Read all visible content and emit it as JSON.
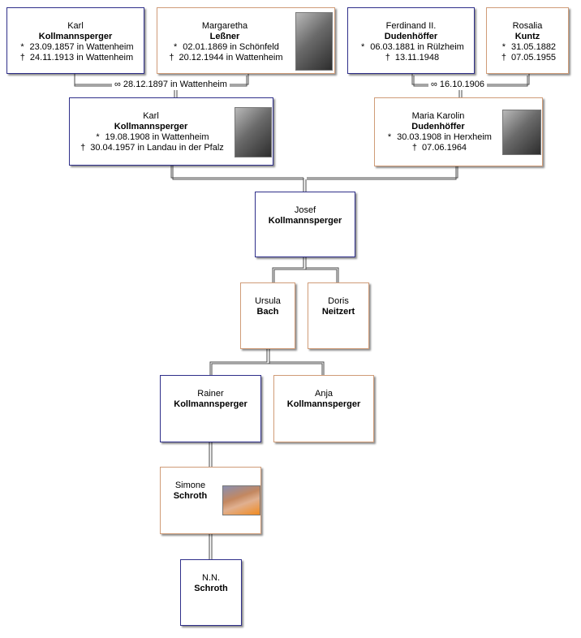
{
  "persons": {
    "karl_sen": {
      "first": "Karl",
      "last": "Kollmannsperger",
      "birth": "23.09.1857 in Wattenheim",
      "death": "24.11.1913 in Wattenheim"
    },
    "margaretha": {
      "first": "Margaretha",
      "last": "Leßner",
      "birth": "02.01.1869 in Schönfeld",
      "death": "20.12.1944 in Wattenheim"
    },
    "ferdinand": {
      "first": "Ferdinand II.",
      "last": "Dudenhöffer",
      "birth": "06.03.1881 in Rülzheim",
      "death": "13.11.1948"
    },
    "rosalia": {
      "first": "Rosalia",
      "last": "Kuntz",
      "birth": "31.05.1882",
      "death": "07.05.1955"
    },
    "karl_jun": {
      "first": "Karl",
      "last": "Kollmannsperger",
      "birth": "19.08.1908 in Wattenheim",
      "death": "30.04.1957 in Landau in der Pfalz"
    },
    "maria": {
      "first": "Maria Karolin",
      "last": "Dudenhöffer",
      "birth": "30.03.1908 in Herxheim",
      "death": "07.06.1964"
    },
    "josef": {
      "first": "Josef",
      "last": "Kollmannsperger"
    },
    "ursula": {
      "first": "Ursula",
      "last": "Bach"
    },
    "doris": {
      "first": "Doris",
      "last": "Neitzert"
    },
    "rainer": {
      "first": "Rainer",
      "last": "Kollmannsperger"
    },
    "anja": {
      "first": "Anja",
      "last": "Kollmannsperger"
    },
    "simone": {
      "first": "Simone",
      "last": "Schroth"
    },
    "nn": {
      "first": "N.N.",
      "last": "Schroth"
    }
  },
  "marriages": {
    "m1": "28.12.1897 in Wattenheim",
    "m2": "16.10.1906"
  },
  "symbols": {
    "birth": "*",
    "death": "†",
    "marriage": "∞"
  },
  "colors": {
    "male_border": "#2f2f8a",
    "female_border": "#d09c78",
    "connector": "#4a4a4a"
  }
}
